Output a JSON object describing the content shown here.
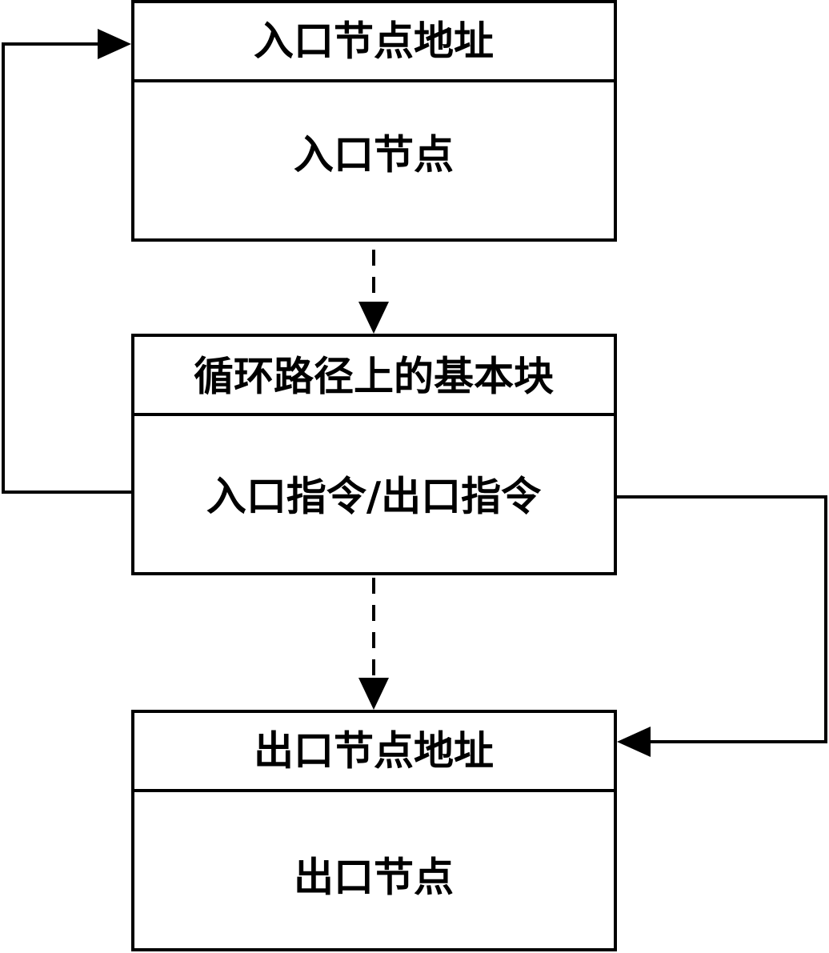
{
  "nodes": {
    "entry": {
      "header": "入口节点地址",
      "body": "入口节点"
    },
    "loop_block": {
      "header": "循环路径上的基本块",
      "body": "入口指令/出口指令"
    },
    "exit": {
      "header": "出口节点地址",
      "body": "出口节点"
    }
  },
  "edges": [
    {
      "from": "entry",
      "to": "loop_block",
      "style": "dashed"
    },
    {
      "from": "loop_block",
      "to": "exit",
      "style": "dashed"
    },
    {
      "from": "loop_block",
      "to": "entry",
      "style": "solid"
    },
    {
      "from": "loop_block",
      "to": "exit",
      "style": "solid"
    }
  ],
  "colors": {
    "stroke": "#000000",
    "background": "#ffffff"
  }
}
